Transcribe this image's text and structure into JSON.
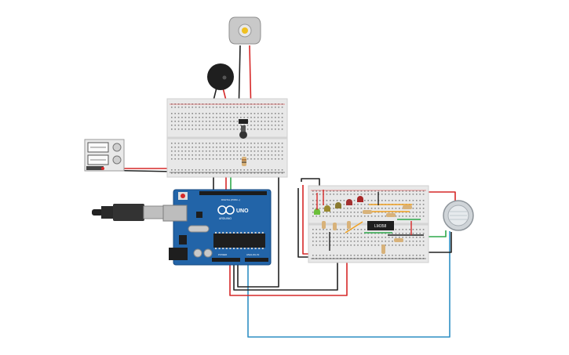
{
  "board": {
    "logo_text": "UNO",
    "sub_label": "ARDUINO",
    "header_label": "DIGITAL (PWM ~)",
    "power_label": "POWER",
    "analog_label": "ANALOG IN"
  },
  "ic": {
    "label": "LM358"
  },
  "colors": {
    "wire_red": "#d62828",
    "wire_black": "#222222",
    "wire_green": "#2ea84a",
    "wire_blue": "#2f8fc4",
    "wire_orange": "#f0a020",
    "board_blue": "#2264a8",
    "breadboard": "#e8e8e8"
  },
  "icons": [
    "usb-plug-icon",
    "dc-motor-icon",
    "piezo-buzzer-icon",
    "gas-sensor-icon",
    "slide-switch-icon",
    "led-icon"
  ]
}
